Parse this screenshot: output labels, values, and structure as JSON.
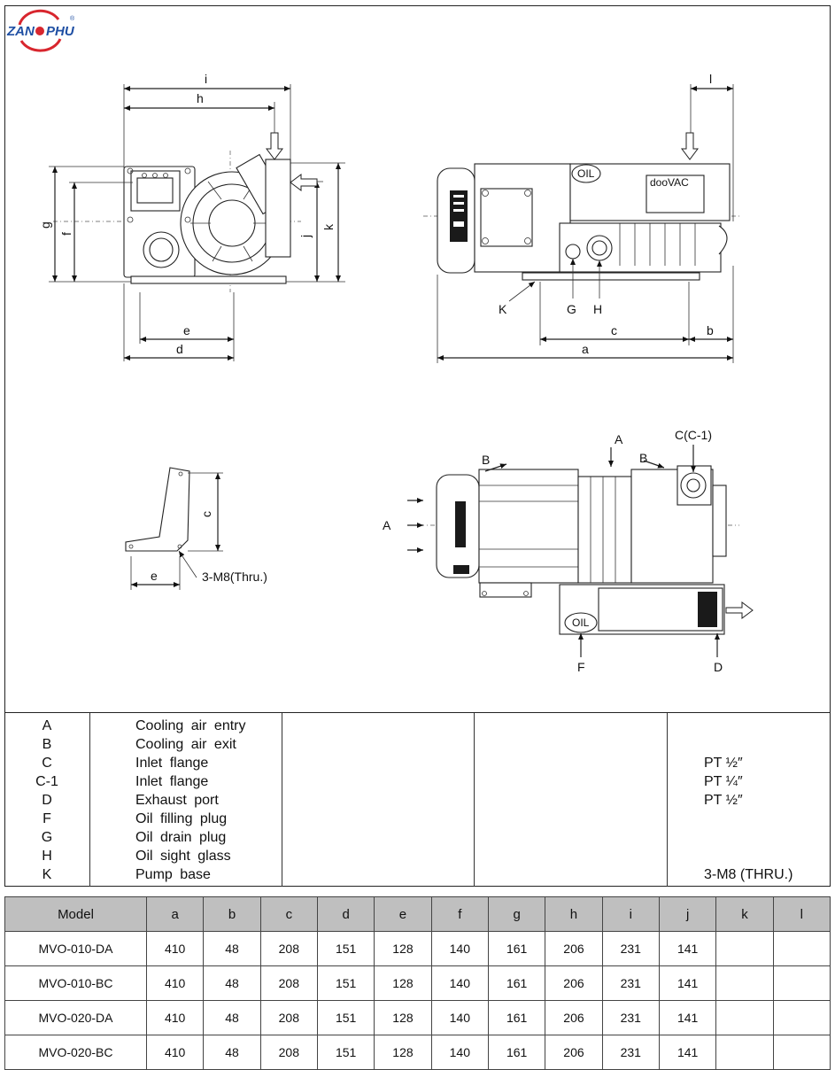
{
  "brand": {
    "name": "ZANPHU",
    "left": "ZAN",
    "right": "PHU"
  },
  "drawing_labels": {
    "dims_front": [
      "i",
      "h",
      "g",
      "f",
      "j",
      "k",
      "e",
      "d"
    ],
    "dims_side": [
      "l",
      "c",
      "b",
      "a"
    ],
    "ports_side": [
      "K",
      "G",
      "H"
    ],
    "foot": {
      "dim_c": "c",
      "dim_e": "e",
      "hole_note": "3-M8(Thru.)"
    },
    "top": {
      "A_left": "A",
      "A_top": "A",
      "B_left": "B",
      "B_right": "B",
      "C": "C(C-1)",
      "F": "F",
      "D": "D"
    },
    "oil_tag": "OIL",
    "plate_tag": "dooVAC"
  },
  "legend": [
    {
      "code": "A",
      "desc": "Cooling air entry",
      "spec": ""
    },
    {
      "code": "B",
      "desc": "Cooling air exit",
      "spec": ""
    },
    {
      "code": "C",
      "desc": "Inlet flange",
      "spec": "PT ½″"
    },
    {
      "code": "C-1",
      "desc": "Inlet flange",
      "spec": "PT ¼″"
    },
    {
      "code": "D",
      "desc": "Exhaust port",
      "spec": "PT ½″"
    },
    {
      "code": "F",
      "desc": "Oil filling plug",
      "spec": ""
    },
    {
      "code": "G",
      "desc": "Oil drain plug",
      "spec": ""
    },
    {
      "code": "H",
      "desc": "Oil sight glass",
      "spec": ""
    },
    {
      "code": "K",
      "desc": "Pump base",
      "spec": "3-M8 (THRU.)"
    }
  ],
  "table": {
    "headers": [
      "Model",
      "a",
      "b",
      "c",
      "d",
      "e",
      "f",
      "g",
      "h",
      "i",
      "j",
      "k",
      "l"
    ],
    "rows": [
      [
        "MVO-010-DA",
        "410",
        "48",
        "208",
        "151",
        "128",
        "140",
        "161",
        "206",
        "231",
        "141",
        "",
        ""
      ],
      [
        "MVO-010-BC",
        "410",
        "48",
        "208",
        "151",
        "128",
        "140",
        "161",
        "206",
        "231",
        "141",
        "",
        ""
      ],
      [
        "MVO-020-DA",
        "410",
        "48",
        "208",
        "151",
        "128",
        "140",
        "161",
        "206",
        "231",
        "141",
        "",
        ""
      ],
      [
        "MVO-020-BC",
        "410",
        "48",
        "208",
        "151",
        "128",
        "140",
        "161",
        "206",
        "231",
        "141",
        "",
        ""
      ]
    ]
  },
  "colors": {
    "brand_blue": "#1f4fa3",
    "brand_red": "#d8262e",
    "header_gray": "#bfbfbf"
  }
}
